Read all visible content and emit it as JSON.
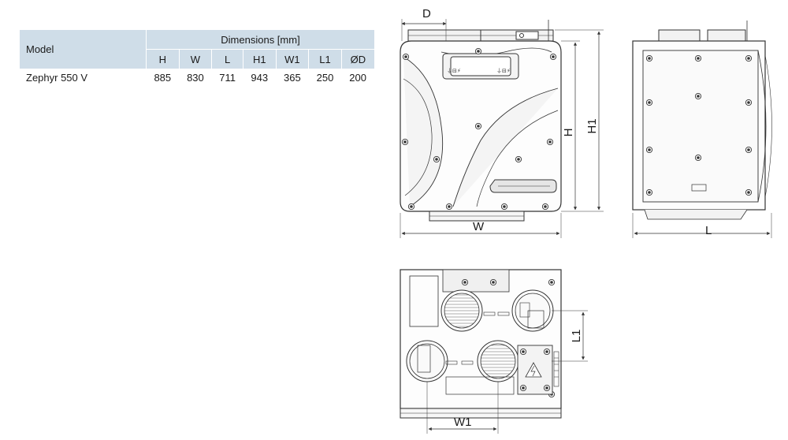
{
  "table": {
    "model_header": "Model",
    "group_header": "Dimensions [mm]",
    "columns": [
      "H",
      "W",
      "L",
      "H1",
      "W1",
      "L1",
      "ØD"
    ],
    "rows": [
      {
        "model": "Zephyr 550 V",
        "values": [
          "885",
          "830",
          "711",
          "943",
          "365",
          "250",
          "200"
        ]
      }
    ]
  },
  "drawing_labels": {
    "d": "D",
    "h": "H",
    "h1": "H1",
    "w": "W",
    "l": "L",
    "l1": "L1",
    "w1": "W1"
  }
}
